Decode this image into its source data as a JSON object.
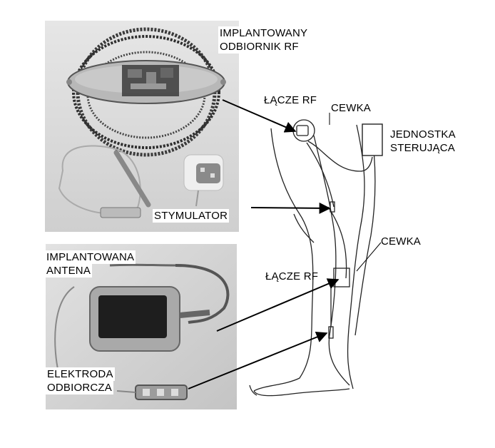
{
  "labels": {
    "implanted_receiver_line1": "IMPLANTOWANY",
    "implanted_receiver_line2": "ODBIORNIK RF",
    "rf_link_top": "ŁĄCZE RF",
    "coil_top": "CEWKA",
    "control_unit_line1": "JEDNOSTKA",
    "control_unit_line2": "STERUJĄCA",
    "stimulator": "STYMULATOR",
    "coil_bottom": "CEWKA",
    "implanted_antenna_line1": "IMPLANTOWANA",
    "implanted_antenna_line2": "ANTENA",
    "rf_link_bottom": "ŁĄCZE RF",
    "receiving_electrode_line1": "ELEKTRODA",
    "receiving_electrode_line2": "ODBIORCZA"
  },
  "colors": {
    "photo_background": "#d9d9d9",
    "photo_background_bottom": "#cfcfcf",
    "line": "#000000"
  }
}
